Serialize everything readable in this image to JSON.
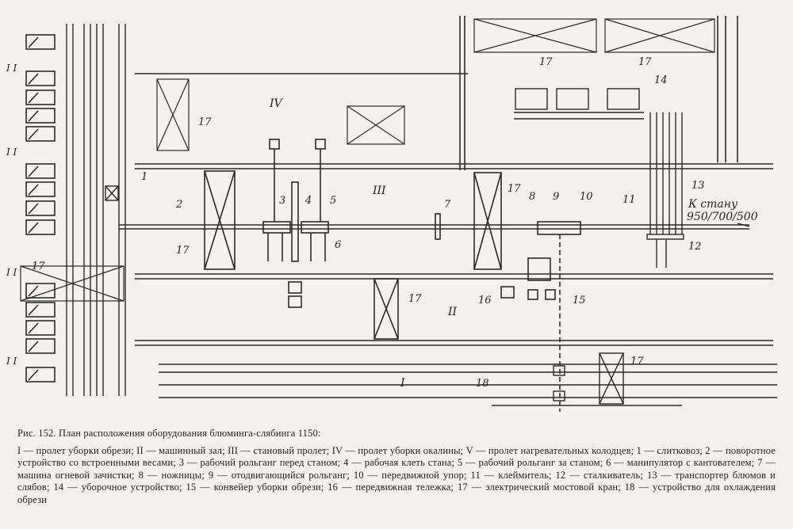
{
  "figure": {
    "bays": {
      "I": "I",
      "II": "II",
      "III": "III",
      "IV": "IV"
    },
    "left_marks": [
      "I I",
      "I I",
      "I I",
      "I I"
    ],
    "callouts": {
      "n1": "1",
      "n2": "2",
      "n3": "3",
      "n4": "4",
      "n5": "5",
      "n6": "6",
      "n7": "7",
      "n8": "8",
      "n9": "9",
      "n10": "10",
      "n11": "11",
      "n12": "12",
      "n13": "13",
      "n14": "14",
      "n15": "15",
      "n16": "16",
      "n18": "18",
      "crane": "17"
    },
    "to_mill_line1": "К стану",
    "to_mill_line2": "950/700/500"
  },
  "caption": {
    "title": "Рис. 152. План расположения оборудования блюминга-слябинга 1150:",
    "legend": "I — пролет уборки обрези; II — машинный зал; III — становый пролет; IV — пролет уборки окалины; V — пролет нагревательных колодцев; 1 — слитковоз; 2 — поворотное устройство со встроенными весами; 3 — рабочий рольганг перед станом; 4 — рабочая клеть стана; 5 — рабочий рольганг за станом; 6 — манипулятор с кантователем; 7 — машина огневой зачистки; 8 — ножницы; 9 — отодвигающийся рольганг; 10 — передвижной упор; 11 — клеймитель; 12 — сталкиватель; 13 — транспортер блюмов и слябов; 14 — уборочное устройство; 15 — конвейер уборки обрези; 16 — передвижная тележка; 17 — электрический мостовой кран; 18 — устройство для охлаждения обрези"
  }
}
